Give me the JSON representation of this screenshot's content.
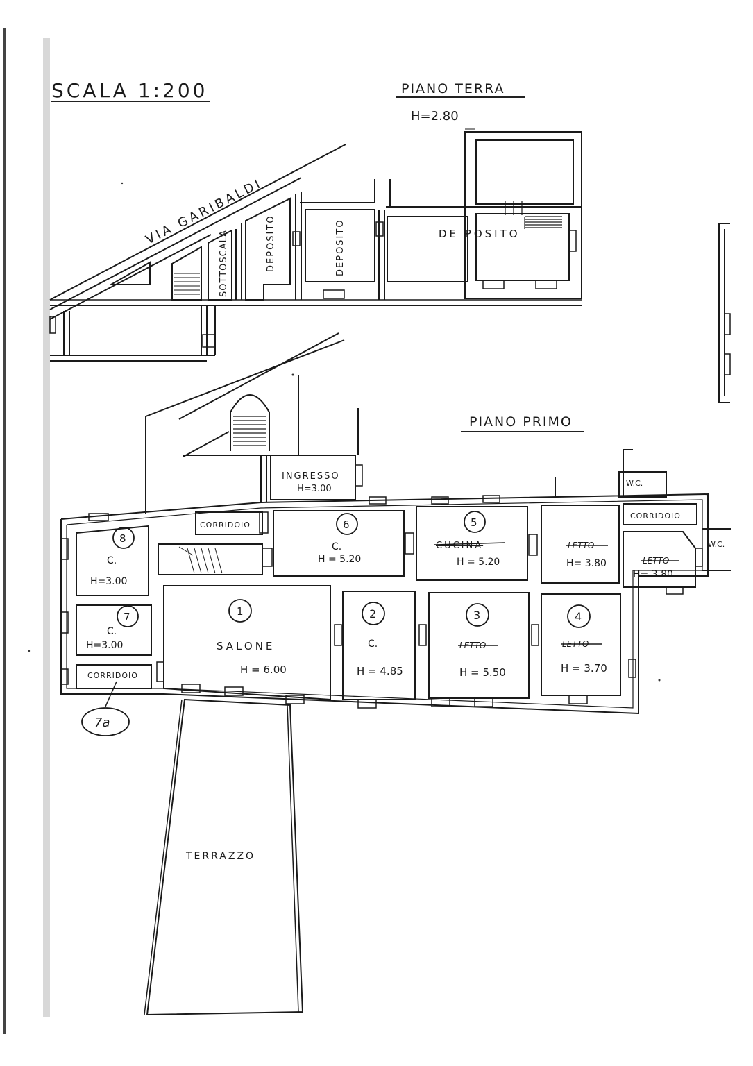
{
  "header": {
    "scale": "SCALA 1:200",
    "ground_floor_title": "PIANO TERRA",
    "ground_floor_height": "H=2.80",
    "first_floor_title": "PIANO PRIMO"
  },
  "ground_floor": {
    "street": "VIA GARIBALDI",
    "rooms": {
      "sottoscala": "SOTTOSCALA",
      "deposito_a": "DEPOSITO",
      "deposito_b": "DEPOSITO",
      "deposito_c": "DE POSITO"
    }
  },
  "first_floor": {
    "ingresso": {
      "label": "INGRESSO",
      "height": "H=3.00"
    },
    "corridoio_top_left": "CORRIDOIO",
    "corridoio_top_right": "CORRIDOIO",
    "corridoio_bottom_left": "CORRIDOIO",
    "wc_top": "W.C.",
    "wc_right": "W.C.",
    "room_8": {
      "number": "8",
      "label": "C.",
      "height": "H=3.00"
    },
    "room_7": {
      "number": "7",
      "label": "C.",
      "height": "H=3.00"
    },
    "room_7a": {
      "number": "7a"
    },
    "room_6": {
      "number": "6",
      "label": "C.",
      "height": "H = 5.20"
    },
    "room_5": {
      "number": "5",
      "label": "CUCINA",
      "height": "H = 5.20"
    },
    "room_letto_a": {
      "label": "LETTO",
      "height": "H= 3.80"
    },
    "room_letto_b": {
      "label": "LETTO",
      "height": "H= 3.80"
    },
    "room_1": {
      "number": "1",
      "label": "SALONE",
      "height": "H = 6.00"
    },
    "room_2": {
      "number": "2",
      "label": "C.",
      "height": "H = 4.85"
    },
    "room_3": {
      "number": "3",
      "label": "LETTO",
      "height": "H = 5.50"
    },
    "room_4": {
      "number": "4",
      "label": "LETTO",
      "height": "H = 3.70"
    },
    "terrazzo": "TERRAZZO"
  }
}
